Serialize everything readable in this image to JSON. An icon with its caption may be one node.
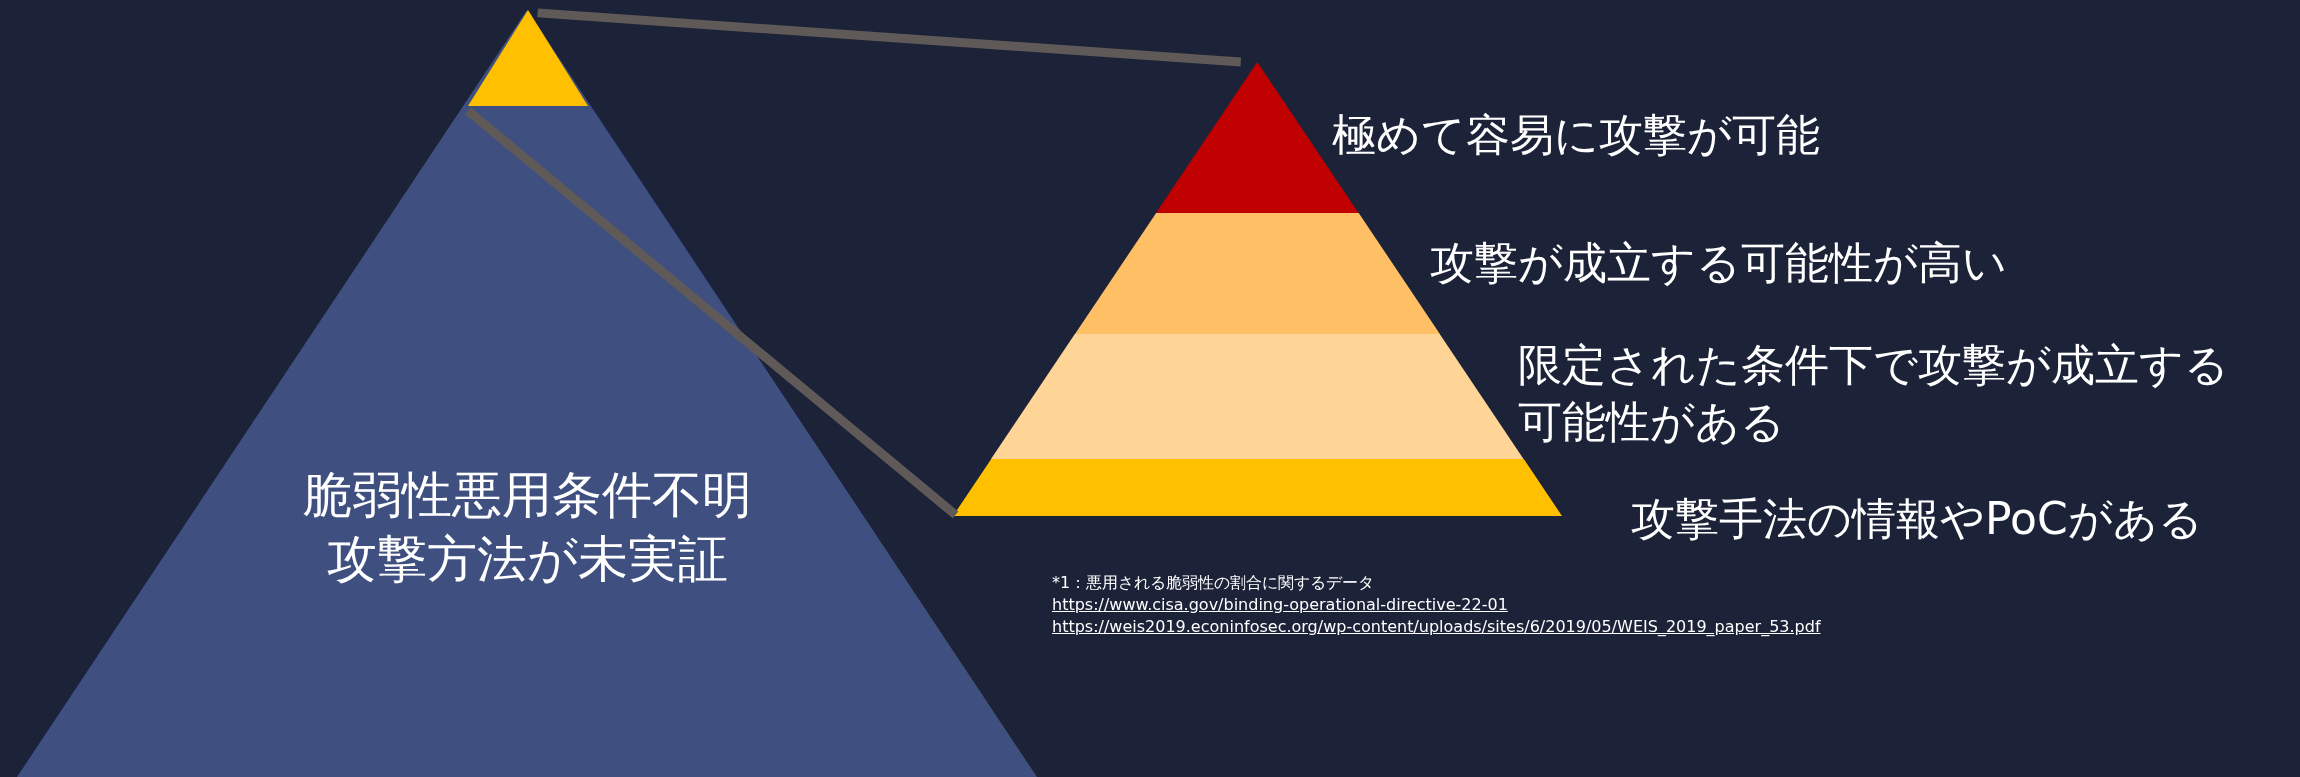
{
  "diagram": {
    "nodes": [
      {
        "text": [
          "脆弱性悪用条件不明",
          "攻撃方法が未実証"
        ]
      },
      {
        "text": [],
        "shape": "triangle",
        "in": 0
      },
      {
        "text": [],
        "shape": "triangle",
        "beside": [
          "極めて容易に攻撃が可能"
        ]
      },
      {
        "text": [],
        "shape": "band",
        "beside": [
          "攻撃が成立する可能性が高い"
        ]
      },
      {
        "text": [],
        "shape": "band",
        "beside": [
          "限定された条件下で攻撃が成立する可能性がある"
        ]
      },
      {
        "text": [],
        "shape": "band",
        "beside": [
          "攻撃手法の情報やPoCがある"
        ]
      }
    ],
    "edges": [
      {
        "from": 1,
        "to": 2,
        "arrow": "none"
      },
      {
        "from": 1,
        "to": 5,
        "arrow": "none"
      }
    ],
    "labels": [
      "*1：悪用される脆弱性の割合に関するデータ",
      "https://www.cisa.gov/binding-operational-directive-22-01",
      "https://weis2019.econinfosec.org/wp-content/uploads/sites/6/2019/05/WEIS_2019_paper_53.pdf"
    ]
  }
}
